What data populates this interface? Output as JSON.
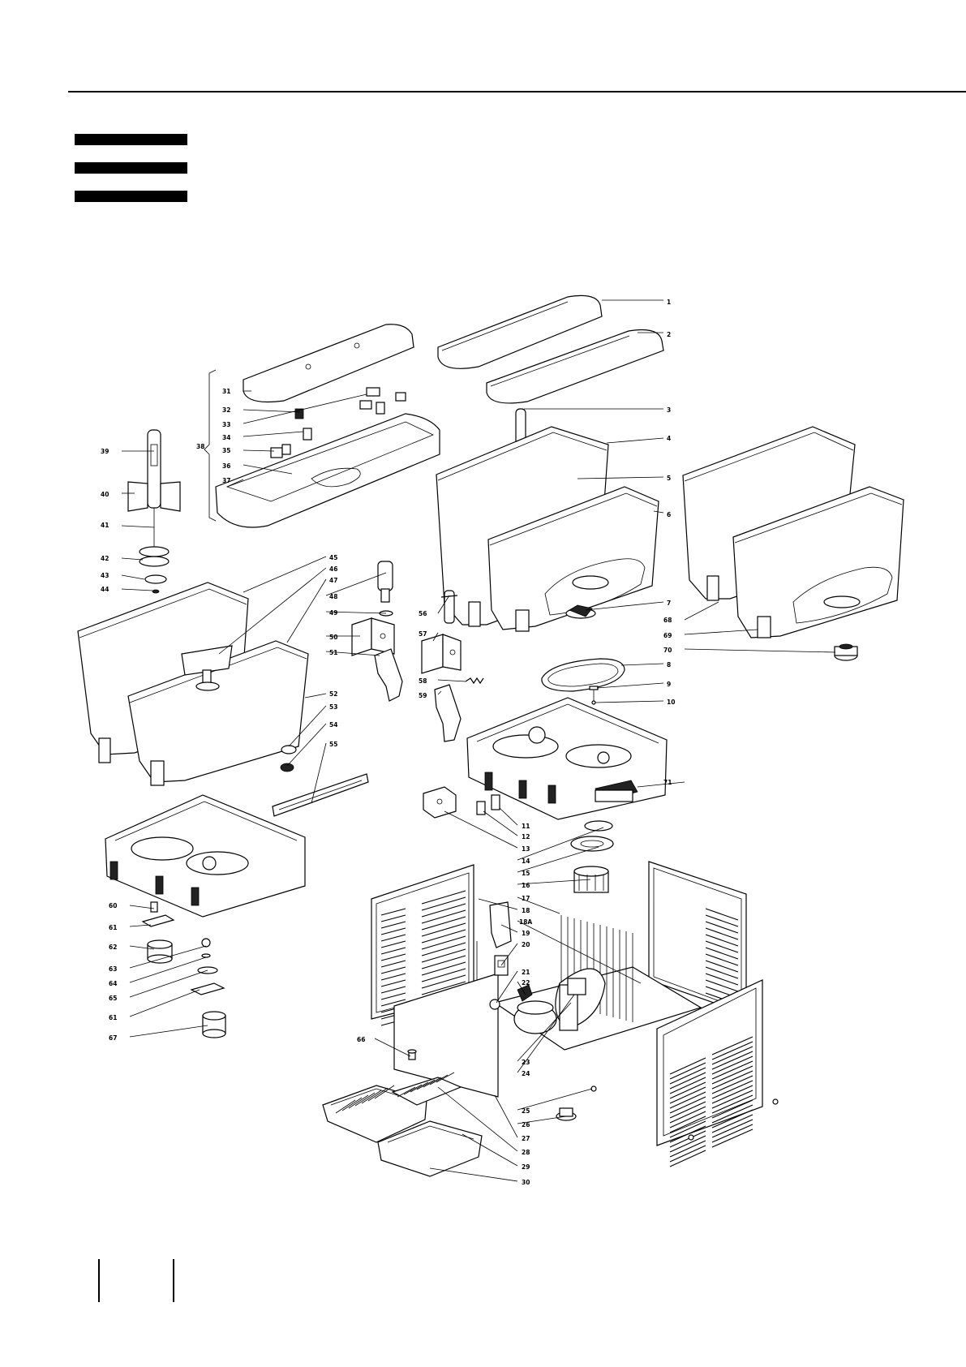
{
  "colors": {
    "ink": "#000000",
    "paper": "#ffffff"
  },
  "callouts": [
    {
      "id": "1",
      "label": "1"
    },
    {
      "id": "2",
      "label": "2"
    },
    {
      "id": "3",
      "label": "3"
    },
    {
      "id": "4",
      "label": "4"
    },
    {
      "id": "5",
      "label": "5"
    },
    {
      "id": "6",
      "label": "6"
    },
    {
      "id": "7",
      "label": "7"
    },
    {
      "id": "8",
      "label": "8"
    },
    {
      "id": "9",
      "label": "9"
    },
    {
      "id": "10",
      "label": "10"
    },
    {
      "id": "11",
      "label": "11"
    },
    {
      "id": "12",
      "label": "12"
    },
    {
      "id": "13",
      "label": "13"
    },
    {
      "id": "14",
      "label": "14"
    },
    {
      "id": "15",
      "label": "15"
    },
    {
      "id": "16",
      "label": "16"
    },
    {
      "id": "17",
      "label": "17"
    },
    {
      "id": "18",
      "label": "18"
    },
    {
      "id": "18A",
      "label": "18A"
    },
    {
      "id": "19",
      "label": "19"
    },
    {
      "id": "20",
      "label": "20"
    },
    {
      "id": "21",
      "label": "21"
    },
    {
      "id": "22",
      "label": "22"
    },
    {
      "id": "23",
      "label": "23"
    },
    {
      "id": "24",
      "label": "24"
    },
    {
      "id": "25",
      "label": "25"
    },
    {
      "id": "26",
      "label": "26"
    },
    {
      "id": "27",
      "label": "27"
    },
    {
      "id": "28",
      "label": "28"
    },
    {
      "id": "29",
      "label": "29"
    },
    {
      "id": "30",
      "label": "30"
    },
    {
      "id": "31",
      "label": "31"
    },
    {
      "id": "32",
      "label": "32"
    },
    {
      "id": "33",
      "label": "33"
    },
    {
      "id": "34",
      "label": "34"
    },
    {
      "id": "35",
      "label": "35"
    },
    {
      "id": "36",
      "label": "36"
    },
    {
      "id": "37",
      "label": "37"
    },
    {
      "id": "38",
      "label": "38"
    },
    {
      "id": "39",
      "label": "39"
    },
    {
      "id": "40",
      "label": "40"
    },
    {
      "id": "41",
      "label": "41"
    },
    {
      "id": "42",
      "label": "42"
    },
    {
      "id": "43",
      "label": "43"
    },
    {
      "id": "44",
      "label": "44"
    },
    {
      "id": "45",
      "label": "45"
    },
    {
      "id": "46",
      "label": "46"
    },
    {
      "id": "47",
      "label": "47"
    },
    {
      "id": "48",
      "label": "48"
    },
    {
      "id": "49",
      "label": "49"
    },
    {
      "id": "50",
      "label": "50"
    },
    {
      "id": "51",
      "label": "51"
    },
    {
      "id": "52",
      "label": "52"
    },
    {
      "id": "53",
      "label": "53"
    },
    {
      "id": "54",
      "label": "54"
    },
    {
      "id": "55",
      "label": "55"
    },
    {
      "id": "56",
      "label": "56"
    },
    {
      "id": "57",
      "label": "57"
    },
    {
      "id": "58",
      "label": "58"
    },
    {
      "id": "59",
      "label": "59"
    },
    {
      "id": "60",
      "label": "60"
    },
    {
      "id": "61a",
      "label": "61"
    },
    {
      "id": "62",
      "label": "62"
    },
    {
      "id": "63",
      "label": "63"
    },
    {
      "id": "64",
      "label": "64"
    },
    {
      "id": "65",
      "label": "65"
    },
    {
      "id": "61b",
      "label": "61"
    },
    {
      "id": "67",
      "label": "67"
    },
    {
      "id": "66",
      "label": "66"
    },
    {
      "id": "68",
      "label": "68"
    },
    {
      "id": "69",
      "label": "69"
    },
    {
      "id": "70",
      "label": "70"
    },
    {
      "id": "71",
      "label": "71"
    }
  ]
}
